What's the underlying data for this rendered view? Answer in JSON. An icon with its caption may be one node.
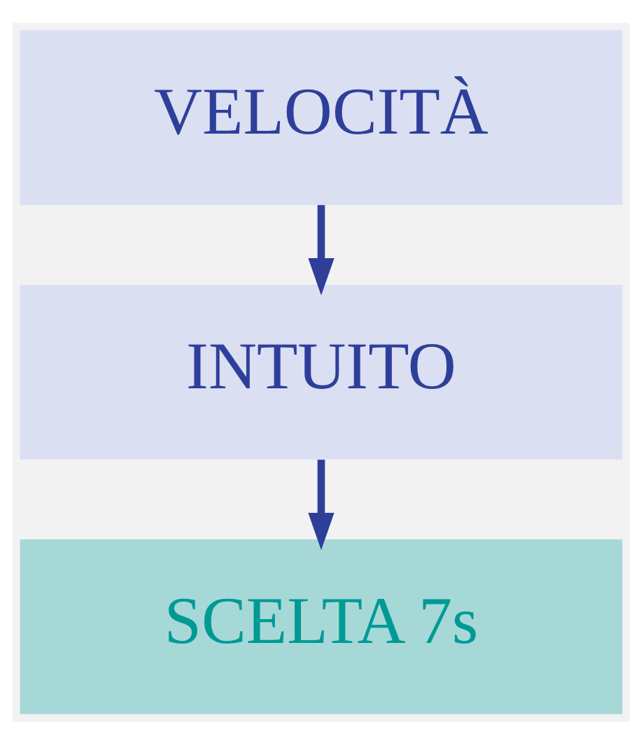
{
  "diagram": {
    "nodes": [
      {
        "text": [
          "VELOCITÀ"
        ]
      },
      {
        "text": [
          "INTUITO"
        ]
      },
      {
        "text": [
          "SCELTA 7s"
        ]
      }
    ],
    "edges": [
      {
        "from": 0,
        "to": 1,
        "arrow": "to"
      },
      {
        "from": 1,
        "to": 2,
        "arrow": "to"
      }
    ]
  }
}
